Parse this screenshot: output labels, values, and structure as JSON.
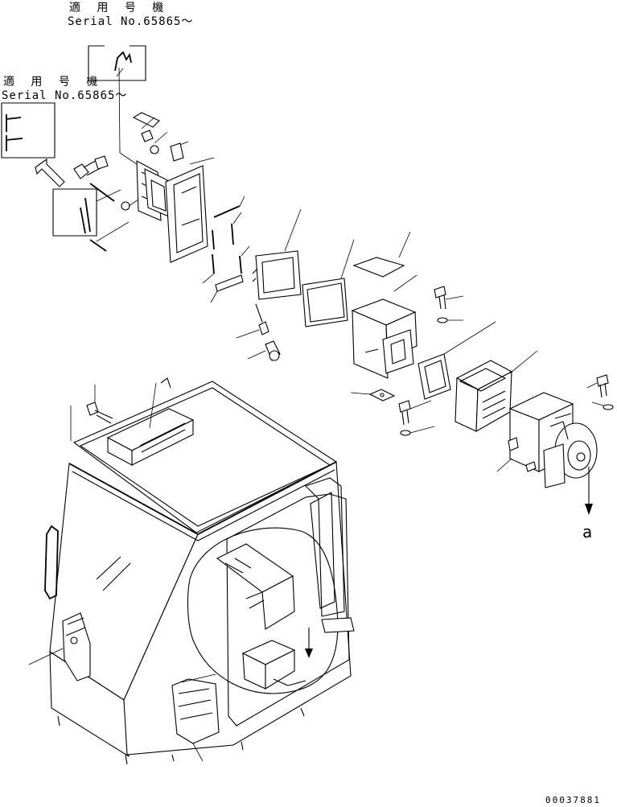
{
  "notes": [
    {
      "applicable_models": "適 用 号 機",
      "serial": "Serial No.65865～"
    },
    {
      "applicable_models": "適 用 号 機",
      "serial": "Serial No.65865～"
    }
  ],
  "view_refs": {
    "upper": "a",
    "lower": "a"
  },
  "figure_code": "00037881"
}
